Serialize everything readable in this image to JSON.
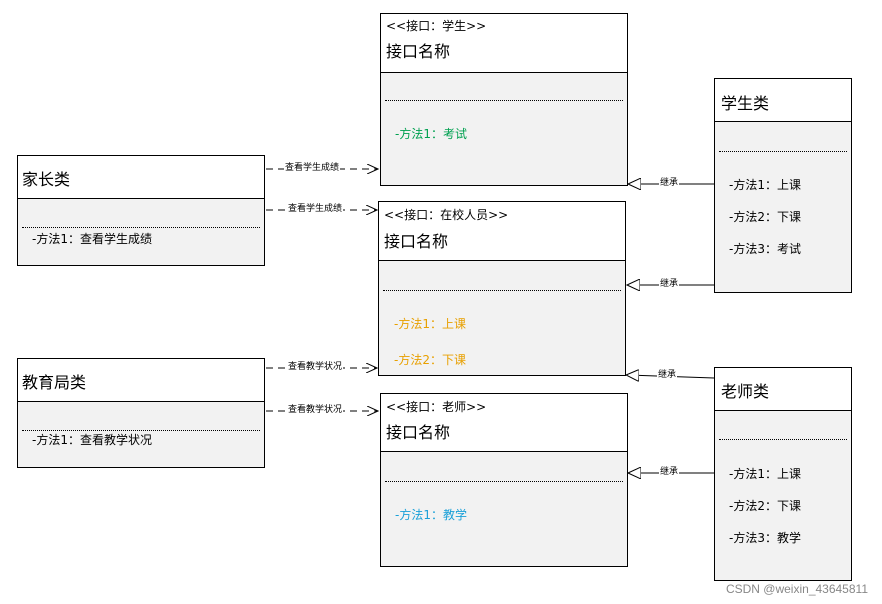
{
  "colors": {
    "student_method": "#00a050",
    "staff_method": "#e8a000",
    "teacher_method": "#1aa0d8",
    "default_method": "#000000"
  },
  "interfaces": {
    "student": {
      "stereotype": "<<接口：学生>>",
      "name": "接口名称",
      "methods": [
        "-方法1：考试"
      ]
    },
    "staff": {
      "stereotype": "<<接口：在校人员>>",
      "name": "接口名称",
      "methods": [
        "-方法1：上课",
        "-方法2：下课"
      ]
    },
    "teacher": {
      "stereotype": "<<接口：老师>>",
      "name": "接口名称",
      "methods": [
        "-方法1：教学"
      ]
    }
  },
  "classes": {
    "parent": {
      "name": "家长类",
      "methods": [
        "-方法1：查看学生成绩"
      ]
    },
    "education_bureau": {
      "name": "教育局类",
      "methods": [
        "-方法1：查看教学状况"
      ]
    },
    "student": {
      "name": "学生类",
      "methods": [
        "-方法1：上课",
        "-方法2：下课",
        "-方法3：考试"
      ]
    },
    "teacher": {
      "name": "老师类",
      "methods": [
        "-方法1：上课",
        "-方法2：下课",
        "-方法3：教学"
      ]
    }
  },
  "edges": {
    "view_grades": "查看学生成绩",
    "view_teaching": "查看教学状况",
    "inherit": "继承"
  },
  "watermark": "CSDN @weixin_43645811"
}
